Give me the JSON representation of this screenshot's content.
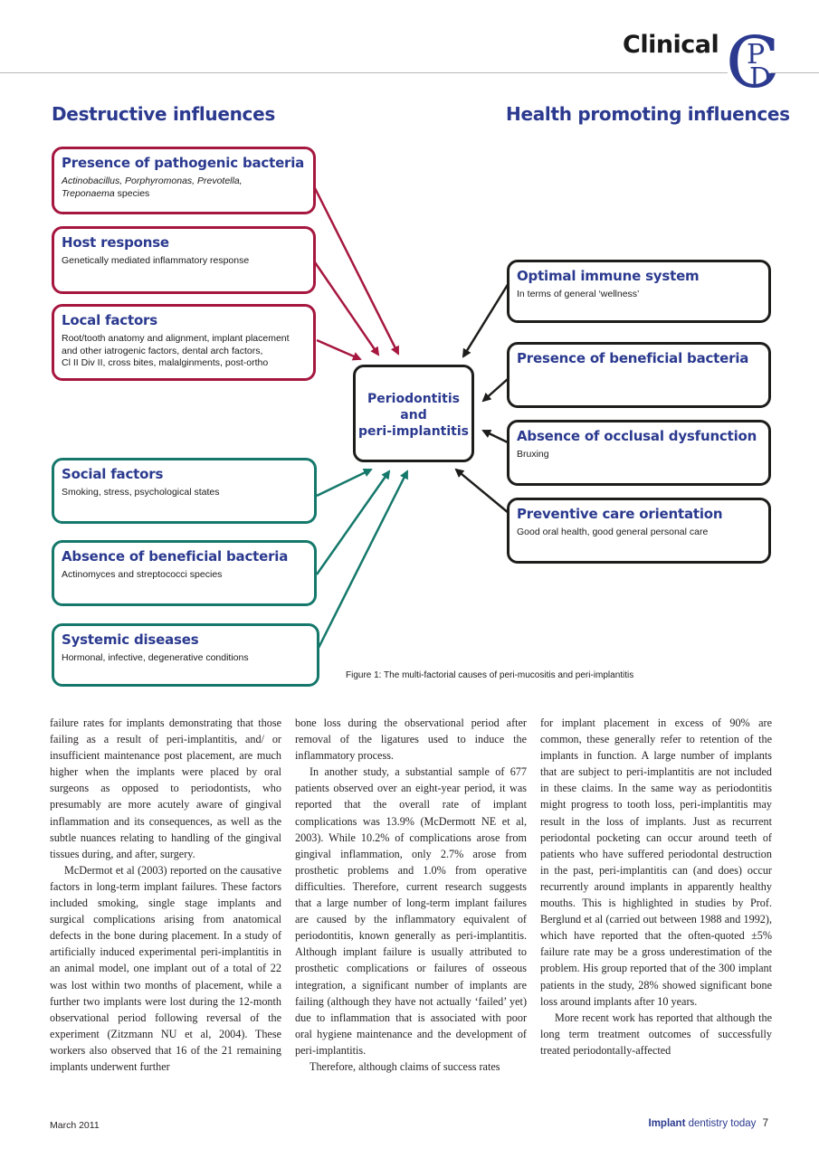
{
  "header": {
    "section": "Clinical",
    "logo_letters": [
      "C",
      "P",
      "D"
    ]
  },
  "figure": {
    "left_title": "Destructive influences",
    "right_title": "Health promoting influences",
    "center": [
      "Periodontitis",
      "and",
      "peri-implantitis"
    ],
    "destructive": [
      {
        "title": "Presence of pathogenic bacteria",
        "text_italic": "Actinobacillus, Porphyromonas, Prevotella,",
        "text_italic2": "Treponaema",
        "text_tail": " species"
      },
      {
        "title": "Host response",
        "text": "Genetically mediated inflammatory response"
      },
      {
        "title": "Local factors",
        "lines": [
          "Root/tooth anatomy and alignment, implant placement",
          "and other iatrogenic factors, dental arch factors,",
          "Cl II Div II, cross bites, malalginments, post-ortho"
        ]
      }
    ],
    "protective_left": [
      {
        "title": "Social factors",
        "text": "Smoking, stress, psychological states"
      },
      {
        "title": "Absence of beneficial bacteria",
        "text": "Actinomyces and streptococci species"
      },
      {
        "title": "Systemic diseases",
        "text": "Hormonal, infective, degenerative conditions"
      }
    ],
    "health": [
      {
        "title": "Optimal immune system",
        "text": "In terms of general ‘wellness’"
      },
      {
        "title": "Presence of beneficial bacteria",
        "text": ""
      },
      {
        "title": "Absence of occlusal dysfunction",
        "text": "Bruxing"
      },
      {
        "title": "Preventive care orientation",
        "text": "Good oral health, good general personal care"
      }
    ],
    "caption": "Figure 1: The multi-factorial causes of peri-mucositis and peri-implantitis",
    "colors": {
      "destructive": "#a6173f",
      "teal": "#15786b",
      "health": "#1d1d1b",
      "title_blue": "#2b3a8f"
    }
  },
  "body": {
    "col1": [
      "failure rates for implants demonstrating that those failing as a result of peri-implantitis, and/ or insufficient maintenance post placement, are much higher when the implants were placed by oral surgeons as opposed to periodontists, who presumably are more acutely aware of gingival inflammation and its consequences, as well as the subtle nuances relating to handling of the gingival tissues during, and after, surgery.",
      "McDermot et al (2003) reported on the causative factors in long-term implant failures. These factors included smoking, single stage implants and surgical complications arising from anatomical defects in the bone during placement. In a study of artificially induced experimental peri-implantitis in an animal model, one implant out of a total of 22 was lost within two months of placement, while a further two implants were lost during the 12-month observational period following reversal of the experiment (Zitzmann NU et al, 2004). These workers also observed that 16 of the 21 remaining implants underwent further"
    ],
    "col2": [
      "bone loss during the observational period after removal of the ligatures used to induce the inflammatory process.",
      "In another study, a substantial sample of 677 patients observed over an eight-year period, it was reported that the overall rate of implant complications was 13.9% (McDermott NE et al, 2003). While 10.2% of complications arose from gingival inflammation, only 2.7% arose from prosthetic problems and 1.0% from operative difficulties. Therefore, current research suggests that a large number of long-term implant failures are caused by the inflammatory equivalent of periodontitis, known generally as peri-implantitis. Although implant failure is usually attributed to prosthetic complications or failures of osseous integration, a significant number of implants are failing (although they have not actually ‘failed’ yet) due to inflammation that is associated with poor oral hygiene maintenance and the development of peri-implantitis.",
      "Therefore, although claims of success rates"
    ],
    "col3": [
      "for implant placement in excess of 90% are common, these generally refer to retention of the implants in function. A large number of implants that are subject to peri-implantitis are not included in these claims. In the same way as periodontitis might progress to tooth loss, peri-implantitis may result in the loss of implants. Just as recurrent periodontal pocketing can occur around teeth of patients who have suffered periodontal destruction in the past, peri-implantitis can (and does) occur recurrently around implants in apparently healthy mouths. This is highlighted in studies by Prof. Berglund et al (carried out between 1988 and 1992), which have reported that the often-quoted ±5% failure rate may be a gross underestimation of the problem. His group reported that of the 300 implant patients in the study, 28% showed significant bone loss around implants after 10 years.",
      "More recent work has reported that although the long term treatment outcomes of successfully treated periodontally-affected"
    ]
  },
  "footer": {
    "date": "March 2011",
    "mag_bold": "Implant",
    "mag_light": " dentistry today",
    "page": "7"
  }
}
